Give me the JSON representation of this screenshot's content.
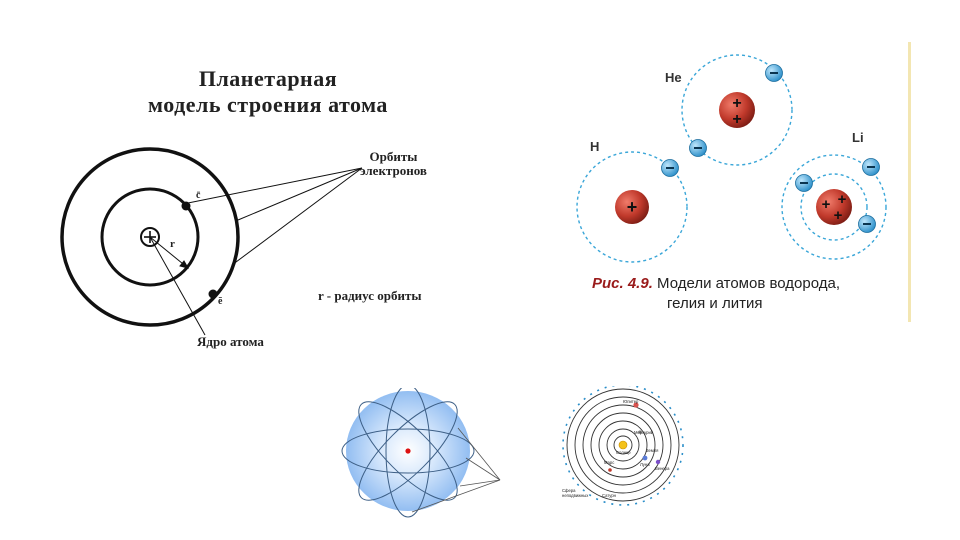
{
  "planetary": {
    "title_line1": "Планетарная",
    "title_line2": "модель строения атома",
    "orbits_line1": "Орбиты",
    "orbits_line2": "электронов",
    "radius_note": "r - радиус орбиты",
    "nucleus_label": "Ядро атома",
    "r_symbol": "r",
    "electron_c": "c̄",
    "electron_e": "ē"
  },
  "atoms": {
    "h": "H",
    "he": "He",
    "li": "Li",
    "caption_fig": "Рис. 4.9.",
    "caption_line1": "Модели атомов водорода,",
    "caption_line2": "гелия и лития",
    "colors": {
      "orbit": "#3aa6d8",
      "nucleus": "#c0392b",
      "electron": "#2a8ec9"
    }
  },
  "solar": {
    "jupiter": "Юпитер",
    "mercury": "Меркурий",
    "sun": "Солнце",
    "earth": "Земля",
    "mars": "Марс",
    "venus": "Венера",
    "moon": "Луна",
    "sphere_line1": "Сфера",
    "sphere_line2": "неподвижных",
    "saturn": "Сатурн"
  }
}
